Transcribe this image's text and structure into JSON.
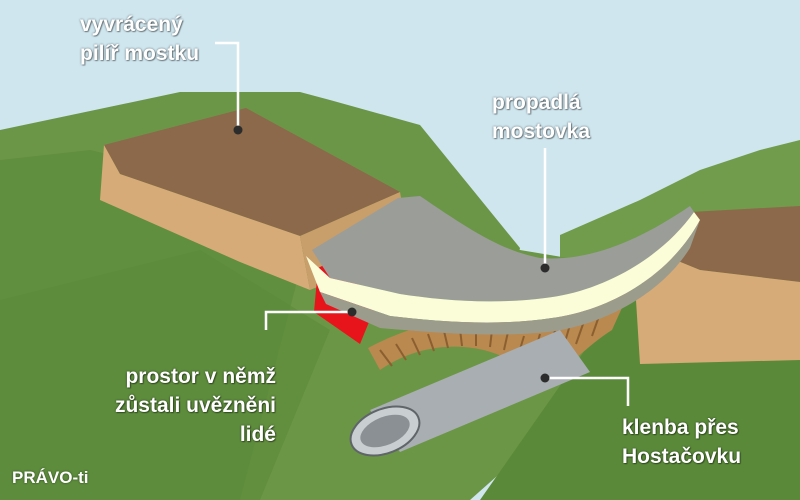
{
  "labels": {
    "pier": [
      "vyvrácený",
      "pilíř mostku"
    ],
    "deck": [
      "propadlá",
      "mostovka"
    ],
    "trapped_space": [
      "prostor v němž",
      "zůstali uvězněni",
      "lidé"
    ],
    "vault": [
      "klenba přes",
      "Hostačovku"
    ]
  },
  "credit": "PRÁVO-ti",
  "colors": {
    "sky": "#cfe6ef",
    "grass": "#6f9a48",
    "grass_dark": "#5c8a3c",
    "earth_top": "#8c6a4a",
    "earth_side": "#d8b07c",
    "deck_top": "#9a9c98",
    "deck_layer": "#fbfcd8",
    "trapped_space": "#e8141c",
    "vault_brick": "#b9894f",
    "pipe": "#a7adb1",
    "leader_line": "#ffffff"
  }
}
